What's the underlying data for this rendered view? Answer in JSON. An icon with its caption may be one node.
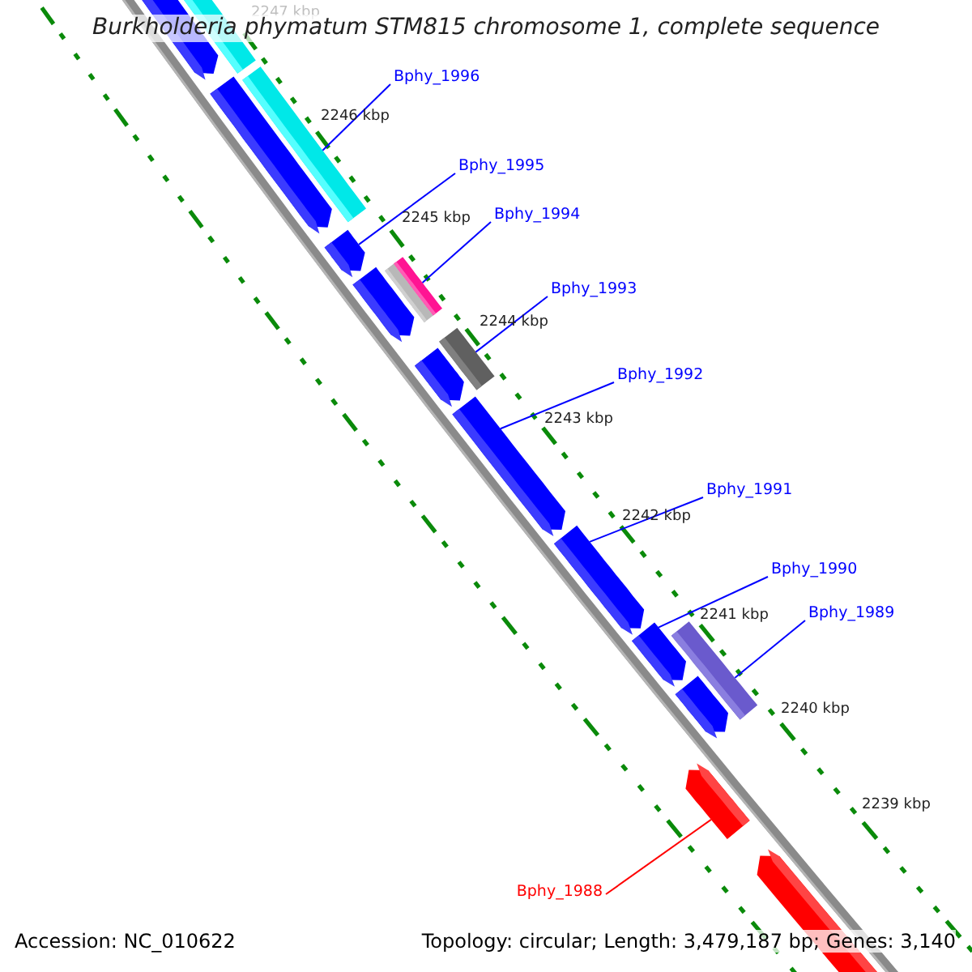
{
  "diagram": {
    "title": "Burkholderia phymatum STM815 chromosome 1, complete sequence",
    "nodes": [
      {
        "text": [
          "Bphy_1996"
        ]
      },
      {
        "text": [],
        "shape": "bar"
      },
      {
        "text": [
          "Bphy_1995"
        ]
      },
      {
        "text": [],
        "shape": "bar"
      },
      {
        "text": [
          "Bphy_1994"
        ]
      },
      {
        "text": [],
        "shape": "bar"
      },
      {
        "text": [
          "Bphy_1993"
        ]
      },
      {
        "text": [],
        "shape": "bar"
      },
      {
        "text": [
          "Bphy_1992"
        ]
      },
      {
        "text": [],
        "shape": "bar"
      },
      {
        "text": [
          "Bphy_1991"
        ]
      },
      {
        "text": [],
        "shape": "bar"
      },
      {
        "text": [
          "Bphy_1990"
        ]
      },
      {
        "text": [],
        "shape": "bar"
      },
      {
        "text": [
          "Bphy_1989"
        ]
      },
      {
        "text": [],
        "shape": "bar"
      },
      {
        "text": [
          "Bphy_1988"
        ]
      },
      {
        "text": [],
        "shape": "bar"
      }
    ],
    "edges": [
      {
        "from": 0,
        "to": 1,
        "arrow": "none"
      },
      {
        "from": 2,
        "to": 3,
        "arrow": "none"
      },
      {
        "from": 4,
        "to": 5,
        "arrow": "none"
      },
      {
        "from": 6,
        "to": 7,
        "arrow": "none"
      },
      {
        "from": 8,
        "to": 9,
        "arrow": "none"
      },
      {
        "from": 10,
        "to": 11,
        "arrow": "none"
      },
      {
        "from": 12,
        "to": 13,
        "arrow": "none"
      },
      {
        "from": 14,
        "to": 15,
        "arrow": "none"
      },
      {
        "from": 16,
        "to": 17,
        "arrow": "none",
        "color": "#ff0000"
      }
    ],
    "labels": [
      "2247 kbp",
      "2246 kbp",
      "2245 kbp",
      "2244 kbp",
      "2243 kbp",
      "2242 kbp",
      "2241 kbp",
      "2240 kbp",
      "2239 kbp",
      "Accession: NC_010622",
      "Topology: circular; Length: 3,479,187 bp; Genes: 3,140"
    ]
  }
}
